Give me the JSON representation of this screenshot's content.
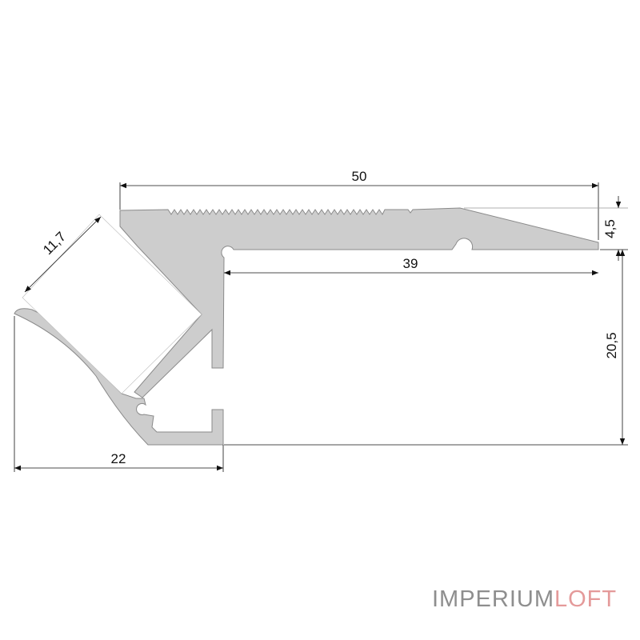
{
  "dimensions": {
    "width_total": "50",
    "top_thickness": "4,5",
    "inner_width": "39",
    "height": "20,5",
    "base_width": "22",
    "diffuser_width": "11,7"
  },
  "logo": {
    "part1": "IMPERIUM",
    "part2": "LOFT"
  },
  "colors": {
    "profile": "#cdcdcd",
    "outline": "#8a8a8a",
    "logo_gray": "#8e8e8e",
    "logo_accent": "#e49a9a"
  }
}
